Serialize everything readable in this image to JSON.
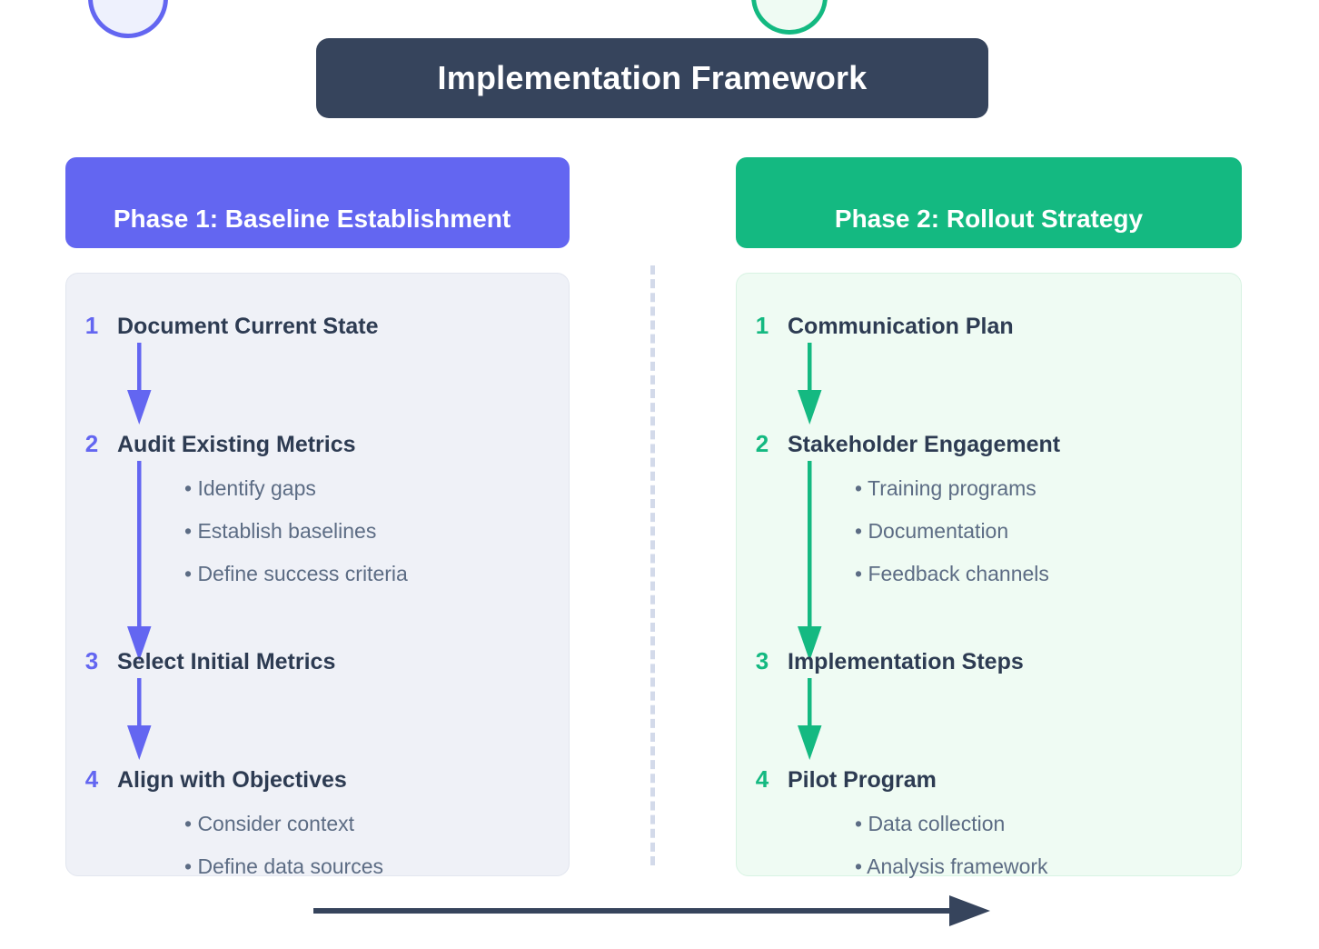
{
  "title": {
    "text": "Implementation Framework"
  },
  "decorations": {
    "circle_left": "circle-outline-purple",
    "circle_right": "circle-outline-green",
    "divider": "dashed-vertical-divider",
    "bottom_arrow": "progress-arrow-right"
  },
  "colors": {
    "title_banner": "#36445c",
    "phase1_accent": "#6366f1",
    "phase2_accent": "#14b981",
    "phase1_panel": "#eff1f7",
    "phase2_panel": "#effbf3",
    "step_title": "#2d3b52",
    "bullet_text": "#5c6c84",
    "divider": "#d3daea",
    "background": "#ffffff"
  },
  "phases": [
    {
      "header": "Phase 1: Baseline Establishment",
      "accent": "#6366f1",
      "steps": [
        {
          "num": "1",
          "title": "Document Current State",
          "bullets": []
        },
        {
          "num": "2",
          "title": "Audit Existing Metrics",
          "bullets": [
            "• Identify gaps",
            "• Establish baselines",
            "• Define success criteria"
          ]
        },
        {
          "num": "3",
          "title": "Select Initial Metrics",
          "bullets": []
        },
        {
          "num": "4",
          "title": "Align with Objectives",
          "bullets": [
            "• Consider context",
            "• Define data sources"
          ]
        }
      ]
    },
    {
      "header": "Phase 2: Rollout Strategy",
      "accent": "#14b981",
      "steps": [
        {
          "num": "1",
          "title": "Communication Plan",
          "bullets": []
        },
        {
          "num": "2",
          "title": "Stakeholder Engagement",
          "bullets": [
            "• Training programs",
            "• Documentation",
            "• Feedback channels"
          ]
        },
        {
          "num": "3",
          "title": "Implementation Steps",
          "bullets": []
        },
        {
          "num": "4",
          "title": "Pilot Program",
          "bullets": [
            "• Data collection",
            "• Analysis framework"
          ]
        }
      ]
    }
  ]
}
